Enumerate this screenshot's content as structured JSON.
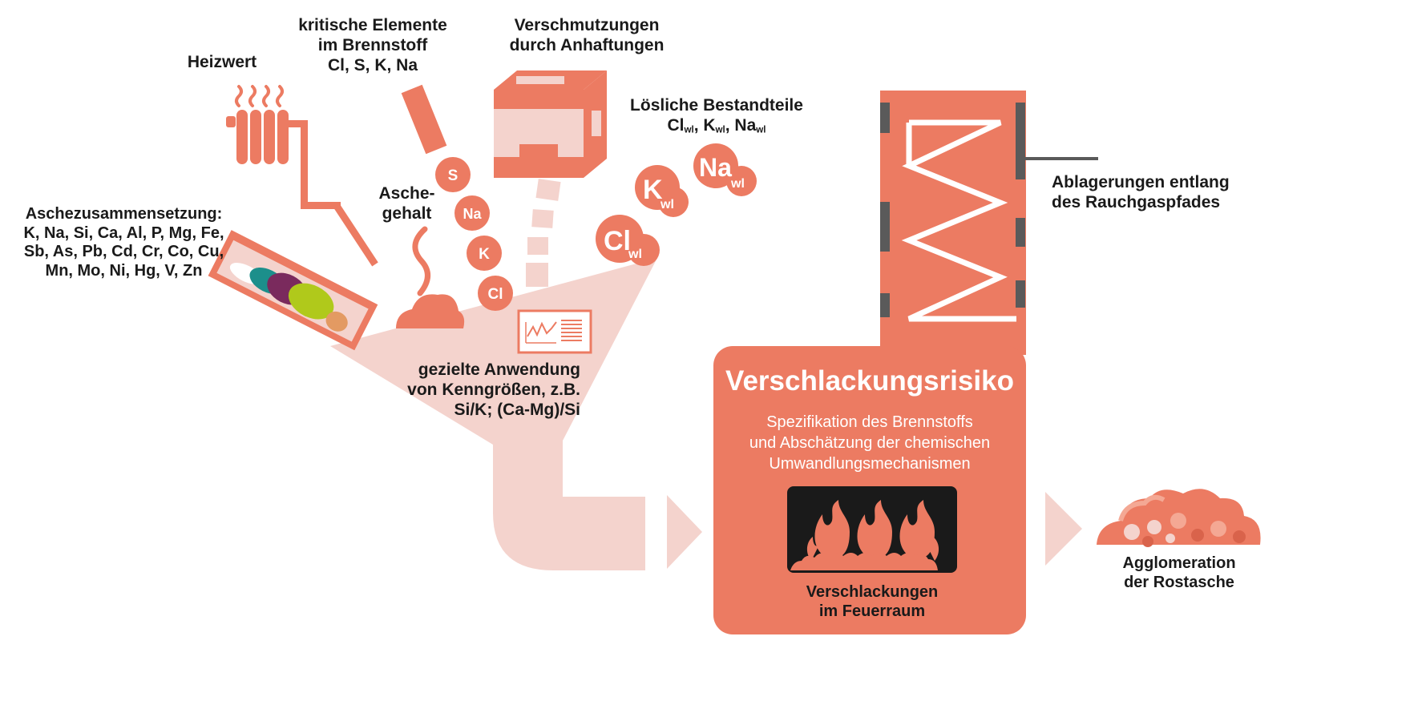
{
  "colors": {
    "coral": "#ec7b62",
    "funnel": "#f4d3cd",
    "funnel_pale": "#f6dcd6",
    "dark": "#1a1a1a",
    "grey": "#5a5a5a",
    "lime": "#b0c91b",
    "teal": "#1c8f8b",
    "purple": "#7a2a5d",
    "white": "#ffffff"
  },
  "labels": {
    "heizwert": "Heizwert",
    "kritische": [
      "kritische Elemente",
      "im Brennstoff",
      "Cl, S, K, Na"
    ],
    "verschmutzungen": [
      "Verschmutzungen",
      "durch Anhaftungen"
    ],
    "loesliche_title": "Lösliche Bestandteile",
    "loesliche_items": [
      {
        "base": "Cl",
        "sub": "wl",
        "sep": ", "
      },
      {
        "base": "K",
        "sub": "wl",
        "sep": ", "
      },
      {
        "base": "Na",
        "sub": "wl",
        "sep": ""
      }
    ],
    "aschegehalt": [
      "Asche-",
      "gehalt"
    ],
    "aschezusammensetzung": [
      "Aschezusammensetzung:",
      "K, Na, Si, Ca, Al, P, Mg, Fe,",
      "Sb, As, Pb, Cd, Cr, Co, Cu,",
      "Mn, Mo, Ni, Hg, V, Zn"
    ],
    "kenngroessen": [
      "gezielte Anwendung",
      "von Kenngrößen, z.B.",
      "Si/K; (Ca-Mg)/Si"
    ],
    "ablagerungen": [
      "Ablagerungen entlang",
      "des Rauchgaspfades"
    ],
    "verschlackungsrisiko": "Verschlackungsrisiko",
    "spezifikation": [
      "Spezifikation des Brennstoffs",
      "und Abschätzung der chemischen",
      "Umwandlungsmechanismen"
    ],
    "feuerraum": [
      "Verschlackungen",
      "im Feuerraum"
    ],
    "agglomeration": [
      "Agglomeration",
      "der Rostasche"
    ]
  },
  "bubbles": {
    "elements": [
      "S",
      "Na",
      "K",
      "Cl"
    ],
    "soluble": [
      {
        "base": "Cl",
        "sub": "wl"
      },
      {
        "base": "K",
        "sub": "wl"
      },
      {
        "base": "Na",
        "sub": "wl"
      }
    ]
  },
  "icons": [
    "radiator-icon",
    "fuel-stick-icon",
    "ash-box-icon",
    "steam-icon",
    "chart-monitor-icon",
    "flame-icon",
    "ash-heap-icon",
    "arrow-right-icon"
  ]
}
